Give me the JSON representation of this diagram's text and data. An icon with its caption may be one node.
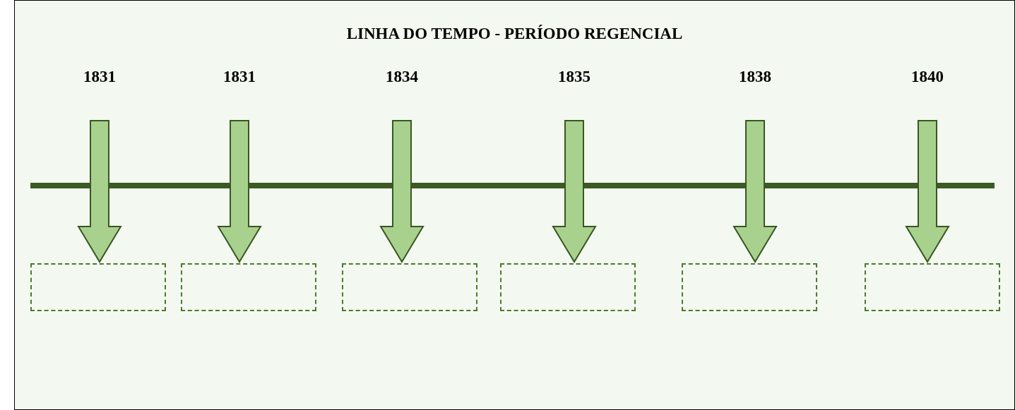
{
  "diagram": {
    "title": "LINHA DO TEMPO - PERÍODO REGENCIAL",
    "nodes": [
      {
        "text": [
          "1831"
        ]
      },
      {
        "text": [
          "1831"
        ]
      },
      {
        "text": [
          "1834"
        ]
      },
      {
        "text": [
          "1835"
        ]
      },
      {
        "text": [
          "1838"
        ]
      },
      {
        "text": [
          "1840"
        ]
      },
      {
        "text": [],
        "shape": "box"
      },
      {
        "text": [],
        "shape": "box"
      },
      {
        "text": [],
        "shape": "box"
      },
      {
        "text": [],
        "shape": "box"
      },
      {
        "text": [],
        "shape": "box"
      },
      {
        "text": [],
        "shape": "box"
      }
    ],
    "edges": [
      {
        "from": 0,
        "to": 6,
        "arrow": "to"
      },
      {
        "from": 1,
        "to": 7,
        "arrow": "to"
      },
      {
        "from": 2,
        "to": 8,
        "arrow": "to"
      },
      {
        "from": 3,
        "to": 9,
        "arrow": "to"
      },
      {
        "from": 4,
        "to": 10,
        "arrow": "to"
      },
      {
        "from": 5,
        "to": 11,
        "arrow": "to"
      }
    ]
  }
}
